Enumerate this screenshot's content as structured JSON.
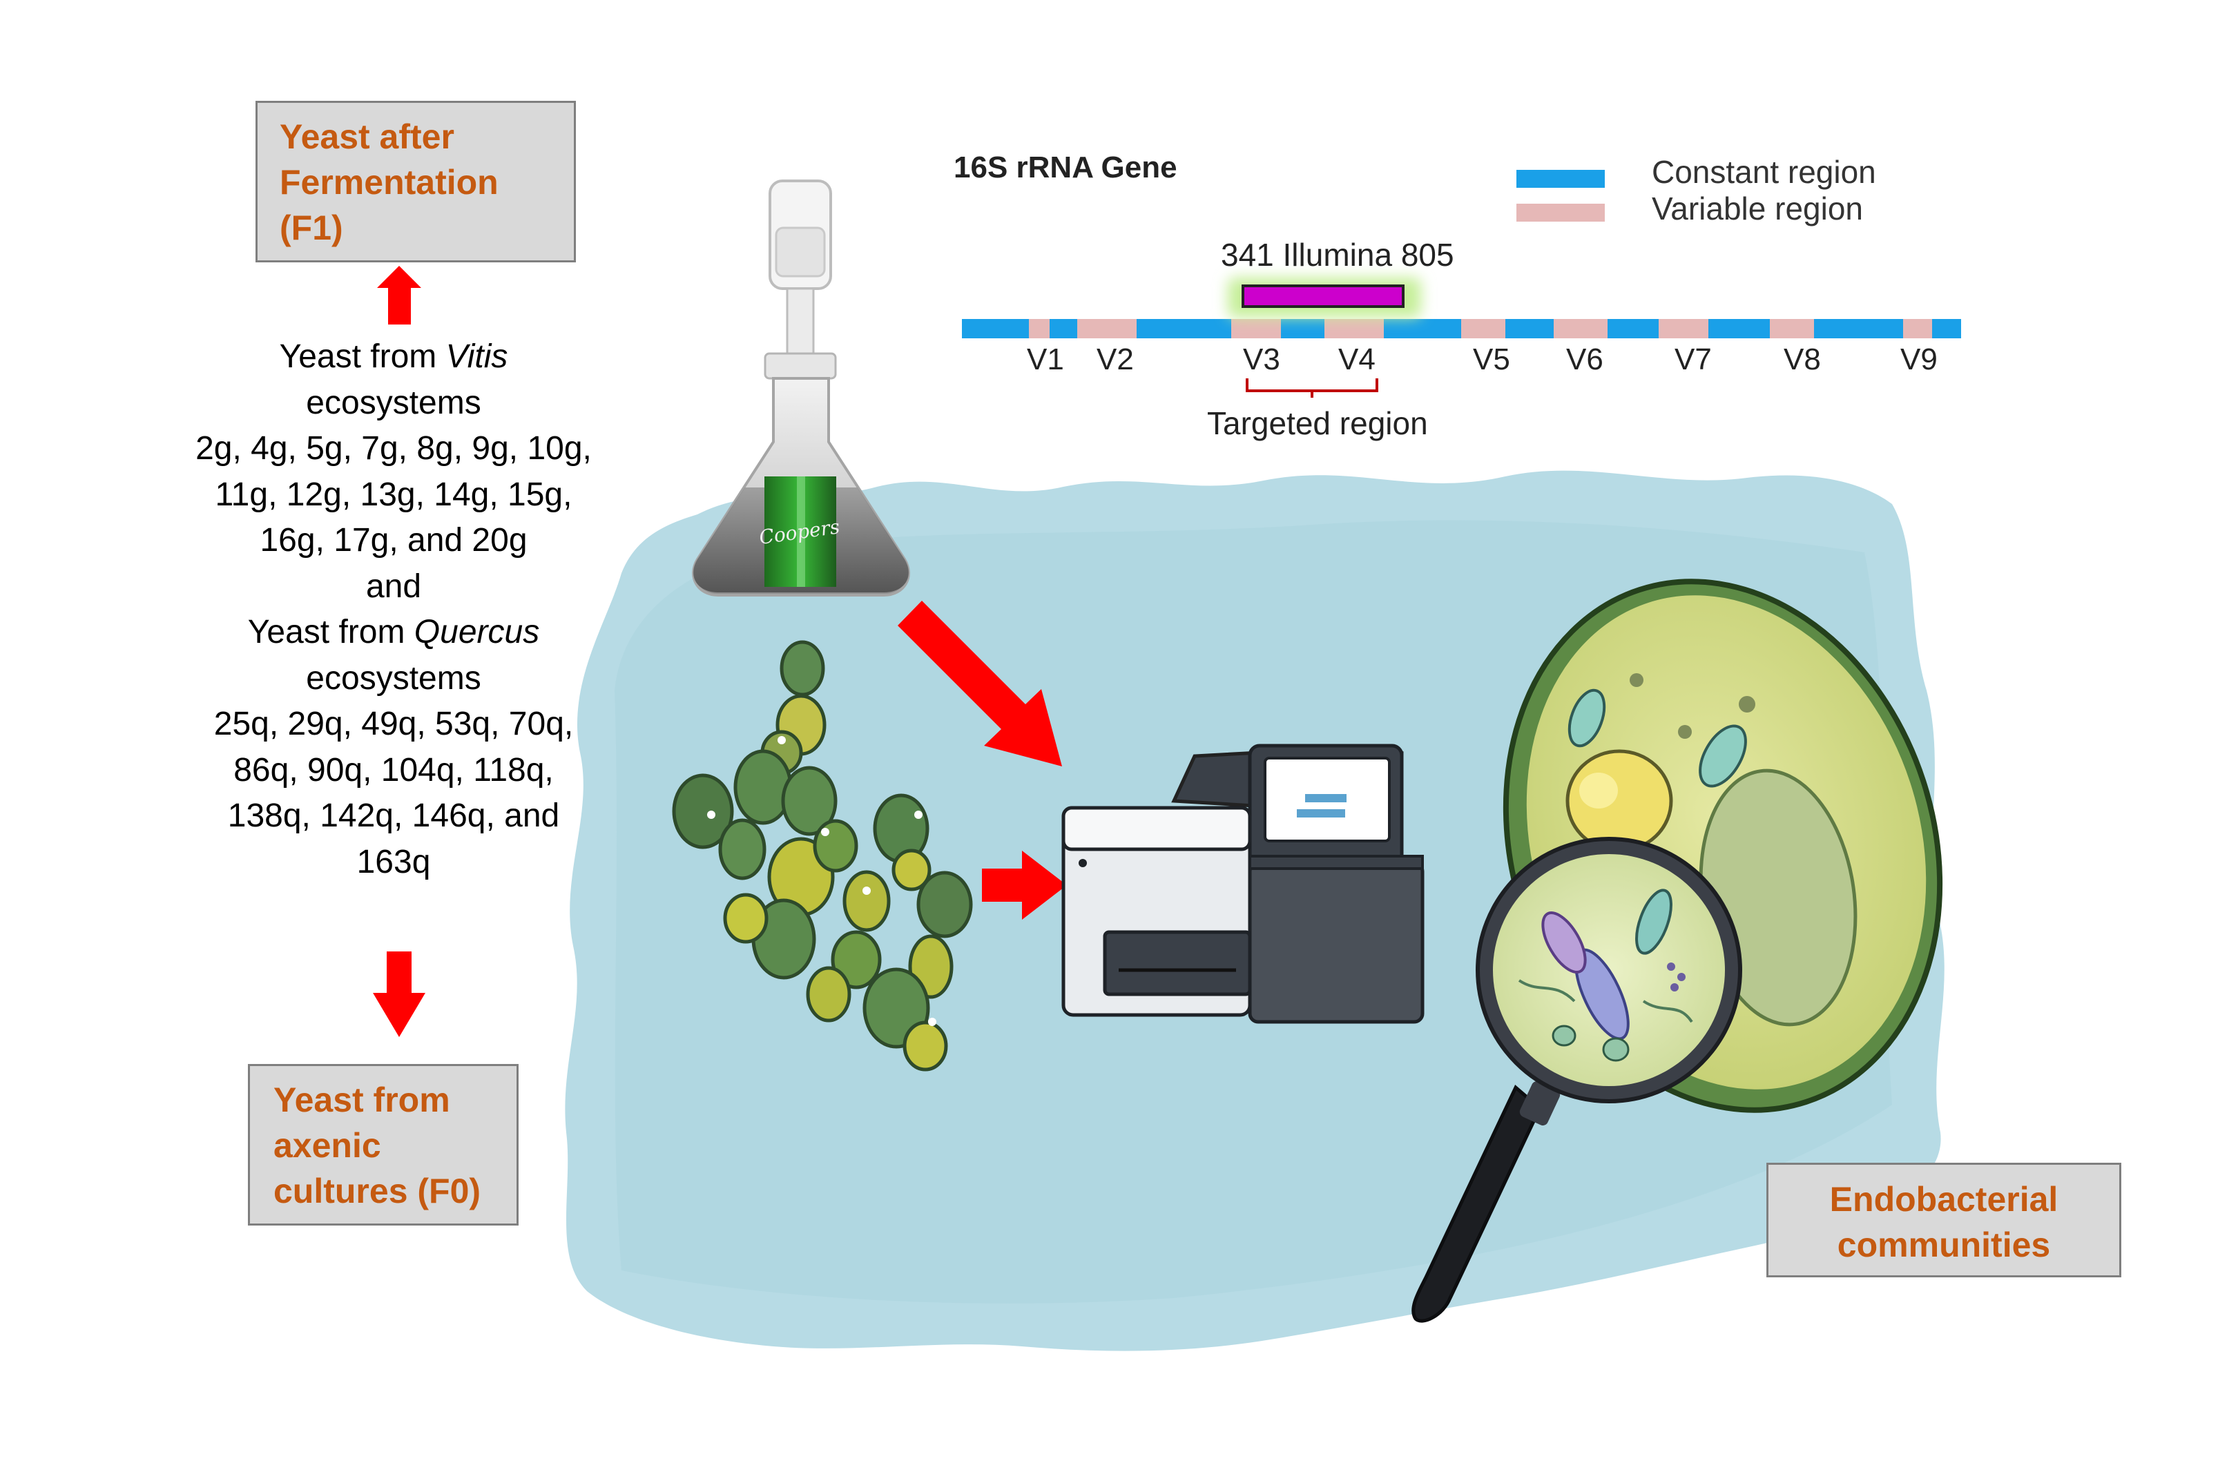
{
  "boxes": {
    "f1": [
      "Yeast after",
      "Fermentation",
      "(F1)"
    ],
    "f0": [
      "Yeast from",
      "axenic",
      "cultures (F0)"
    ],
    "endo": [
      "Endobacterial",
      "communities"
    ]
  },
  "yeast_list": {
    "vitis_prefix": "Yeast from ",
    "vitis_genus": "Vitis",
    "ecosystems": "ecosystems",
    "vitis_lines": [
      "2g, 4g, 5g, 7g, 8g, 9g, 10g,",
      "11g, 12g, 13g, 14g, 15g,",
      "16g, 17g, and 20g"
    ],
    "and": "and",
    "quercus_prefix": "Yeast from ",
    "quercus_genus": "Quercus",
    "quercus_lines": [
      "25q, 29q, 49q, 53q, 70q,",
      "86q, 90q, 104q, 118q,",
      "138q, 142q, 146q, and",
      "163q"
    ]
  },
  "gene": {
    "title": "16S rRNA Gene",
    "legend": {
      "constant": "Constant region",
      "variable": "Variable region"
    },
    "primer_label": "341 Illumina 805",
    "targeted_label": "Targeted region",
    "regions": [
      "V1",
      "V2",
      "V3",
      "V4",
      "V5",
      "V6",
      "V7",
      "V8",
      "V9"
    ]
  },
  "bottle_label": "Coopers",
  "colors": {
    "box_fill": "#d9d9d9",
    "box_text": "#c55a11",
    "arrow": "#ff0000",
    "constant_region": "#1aa0e8",
    "variable_region": "#e6b8b7",
    "primer_bar": "#cc00cc",
    "bracket": "#c00000"
  }
}
